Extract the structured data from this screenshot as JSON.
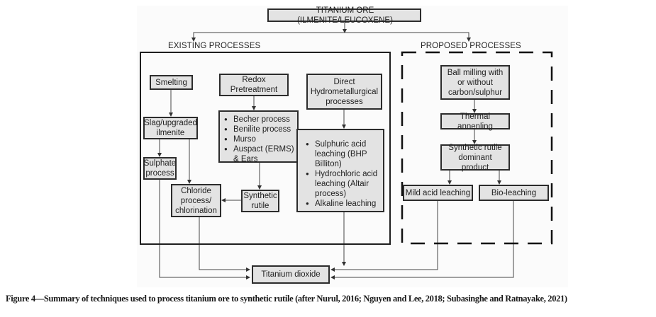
{
  "diagram": {
    "root": "TITANIUM ORE (ILMENITE/LEUCOXENE)",
    "sections": {
      "existing": "EXISTING PROCESSES",
      "proposed": "PROPOSED PROCESSES"
    },
    "existing": {
      "smelting": "Smelting",
      "slag": "Slag/upgraded ilmenite",
      "sulphate": "Sulphate process",
      "chloride": "Chloride process/ chlorination",
      "redox": "Redox Pretreatment",
      "redox_list": [
        "Becher process",
        "Benilite process",
        "Murso",
        "Auspact (ERMS) & Ears"
      ],
      "synthetic_rutile": "Synthetic rutile",
      "direct_hydro": "Direct Hydrometallurgical processes",
      "hydro_list": [
        "Sulphuric acid leaching (BHP Billiton)",
        "Hydrochloric acid leaching (Altair process)",
        "Alkaline leaching"
      ]
    },
    "proposed": {
      "ball_milling": "Ball milling with or without carbon/sulphur",
      "thermal": "Thermal annenling",
      "sr_dominant": "Synthetic rutile dominant product",
      "mild_acid": "Mild acid leaching",
      "bio": "Bio-leaching"
    },
    "output": "Titanium dioxide"
  },
  "caption": "Figure 4—Summary of techniques used to process titanium ore to synthetic rutile (after Nurul, 2016; Nguyen and Lee, 2018; Subasinghe and Ratnayake, 2021)"
}
